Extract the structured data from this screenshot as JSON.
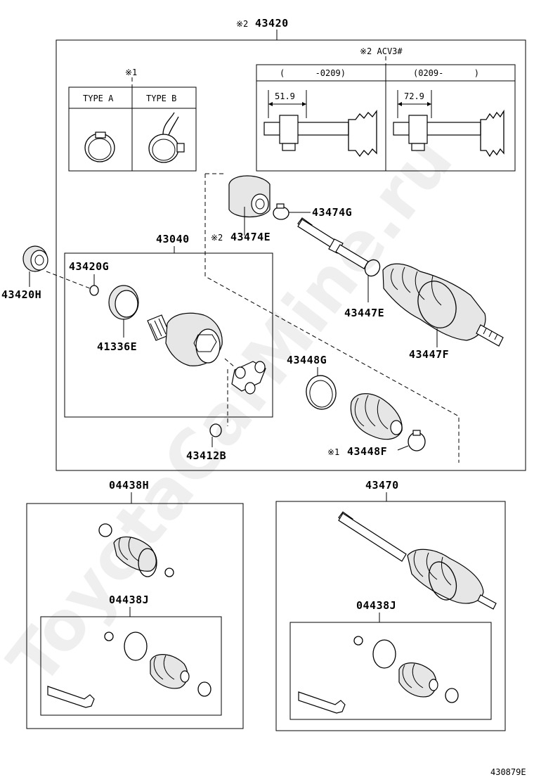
{
  "main_assembly": {
    "note_mark": "※2",
    "label": "43420"
  },
  "variant_table": {
    "note": "※2 ACV3#",
    "col_left_header": "(      -0209)",
    "col_right_header": "(0209-      )",
    "left_dimension": "51.9",
    "right_dimension": "72.9"
  },
  "clamp_types": {
    "note": "※1",
    "type_a": "TYPE A",
    "type_b": "TYPE B"
  },
  "parts": {
    "p43474G": "43474G",
    "p43474E_mark": "※2",
    "p43474E": "43474E",
    "p43040": "43040",
    "p43420G": "43420G",
    "p43420H": "43420H",
    "p41336E": "41336E",
    "p43447E": "43447E",
    "p43447F": "43447F",
    "p43448G": "43448G",
    "p43448F_mark": "※1",
    "p43448F": "43448F",
    "p43412B": "43412B"
  },
  "kits": {
    "left_kit_label": "04438H",
    "left_kit_sub_label": "04438J",
    "right_kit_label": "43470",
    "right_kit_sub_label": "04438J"
  },
  "watermark": "ToyotaCarMine.ru",
  "diagram_code": "430879E"
}
